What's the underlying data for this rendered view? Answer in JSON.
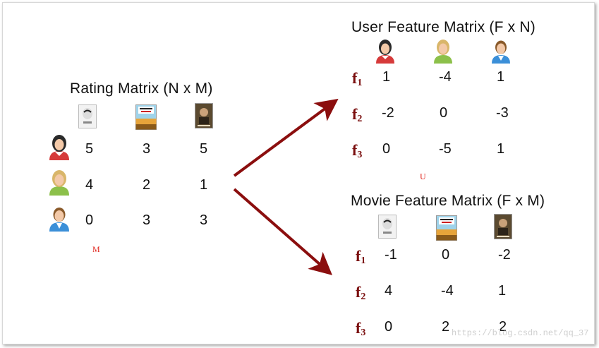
{
  "rating": {
    "title": "Rating Matrix (N x M)",
    "rows": [
      [
        "5",
        "3",
        "5"
      ],
      [
        "4",
        "2",
        "1"
      ],
      [
        "0",
        "3",
        "3"
      ]
    ],
    "label": "M"
  },
  "user": {
    "title": "User Feature Matrix (F x N)",
    "rows": [
      [
        "1",
        "-4",
        "1"
      ],
      [
        "-2",
        "0",
        "-3"
      ],
      [
        "0",
        "-5",
        "1"
      ]
    ],
    "label": "U"
  },
  "movie": {
    "title": "Movie Feature Matrix (F x M)",
    "rows": [
      [
        "-1",
        "0",
        "-2"
      ],
      [
        "4",
        "-4",
        "1"
      ],
      [
        "0",
        "2",
        "2"
      ]
    ]
  },
  "factors": [
    "f",
    "f",
    "f"
  ],
  "factor_subs": [
    "1",
    "2",
    "3"
  ],
  "icons": {
    "users": [
      "user-dark-hair-icon",
      "user-blonde-icon",
      "user-brown-hair-icon"
    ],
    "movies": [
      "movie-poster-black-swan-icon",
      "movie-poster-train-icon",
      "movie-poster-portrait-icon"
    ]
  },
  "colors": {
    "arrow": "#8b0e0e",
    "factor": "#7a0e0e",
    "mark": "#e0241c"
  },
  "watermark": "https://blog.csdn.net/qq_37"
}
